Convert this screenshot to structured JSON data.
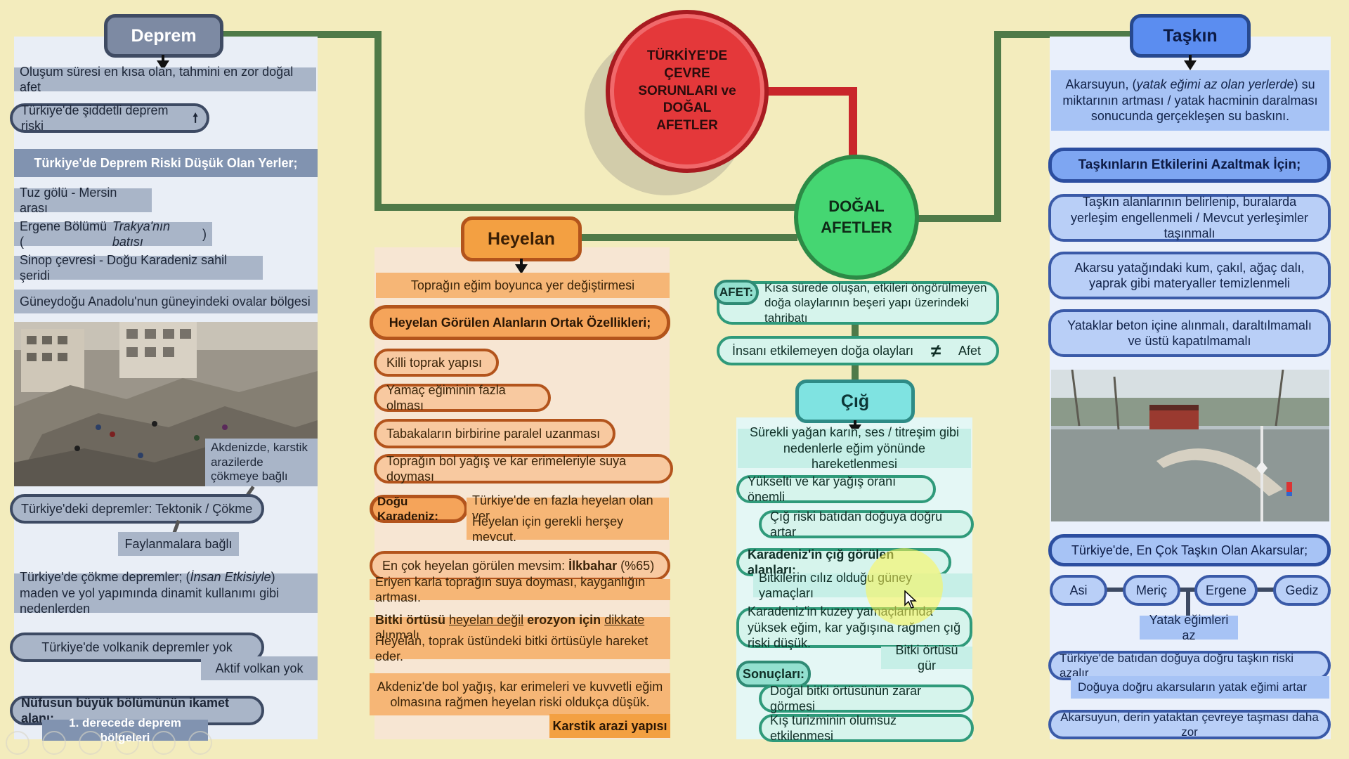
{
  "title": "TÜRKİYE'DE ÇEVRE SORUNLARI ve DOĞAL AFETLER",
  "center_node": "DOĞAL AFETLER",
  "deprem": {
    "header": "Deprem",
    "items": [
      "Oluşum süresi en kısa olan, tahmini en zor doğal afet",
      "Türkiye'de şiddetli deprem riski",
      "Türkiye'de Deprem Riski Düşük Olan Yerler;",
      "Tuz gölü - Mersin arası",
      "Ergene Bölümü (Trakya'nın batısı)",
      "Sinop çevresi - Doğu Karadeniz sahil şeridi",
      "Güneydoğu Anadolu'nun güneyindeki ovalar bölgesi"
    ],
    "ergene_prefix": "Ergene Bölümü (",
    "ergene_italic": "Trakya'nın batısı",
    "ergene_suffix": ")",
    "risk_arrow": "🠕",
    "akdeniz_karst": "Akdenizde, karstik arazilerde çökmeye bağlı",
    "depremler_tur": "Türkiye'deki depremler: Tektonik / Çökme",
    "faylanma": "Faylanmalara bağlı",
    "cokme_prefix": "Türkiye'de çökme depremler; (",
    "cokme_italic": "İnsan Etkisiyle",
    "cokme_suffix": ") maden ve yol yapımında dinamit kullanımı gibi nedenlerden",
    "volkanik": "Türkiye'de volkanik depremler yok",
    "aktif_volkan": "Aktif volkan yok",
    "nufus": "Nüfusun büyük bölümünün ikamet alanı:",
    "derece": "1. derecede deprem bölgeleri"
  },
  "heyelan": {
    "header": "Heyelan",
    "definition": "Toprağın eğim boyunca yer değiştirmesi",
    "features_title": "Heyelan Görülen Alanların Ortak Özellikleri;",
    "features": [
      "Killi toprak yapısı",
      "Yamaç eğiminin fazla olması",
      "Tabakaların birbirine paralel uzanması",
      "Toprağın bol yağış ve kar erimeleriyle suya doyması"
    ],
    "dogu_label": "Doğu Karadeniz:",
    "dogu_text1": "Türkiye'de en fazla heyelan olan yer.",
    "dogu_text2": "Heyelan için gerekli herşey mevcut.",
    "mevsim_prefix": "En çok heyelan görülen mevsim: ",
    "mevsim_bold": "İlkbahar",
    "mevsim_suffix": " (%65)",
    "mevsim_reason": "Eriyen karla toprağın suya doyması, kayganlığın artması.",
    "bitki_b1": "Bitki örtüsü",
    "bitki_u1": "heyelan değil",
    "bitki_b2": "erozyon için",
    "bitki_u2": "dikkate alınmalı.",
    "bitki_line2": "Heyelan, toprak üstündeki bitki örtüsüyle hareket eder.",
    "akdeniz": "Akdeniz'de bol yağış, kar erimeleri ve kuvvetli eğim olmasına rağmen heyelan riski oldukça düşük.",
    "karstik": "Karstik arazi yapısı"
  },
  "afet": {
    "label": "AFET:",
    "definition": "Kısa sürede oluşan, etkileri öngörülmeyen doğa olaylarının beşeri yapı üzerindeki tahribatı",
    "insan": "İnsanı etkilemeyen doğa olayları",
    "not_equal": "≠",
    "afet_word": "Afet"
  },
  "cig": {
    "header": "Çığ",
    "definition": "Sürekli yağan karın, ses / titreşim gibi nedenlerle eğim yönünde hareketlenmesi",
    "yukselti": "Yükselti ve kar yağış oranı önemli",
    "risk_bati": "Çığ riski batıdan doğuya doğru artar",
    "karadeniz_title": "Karadeniz'in çığ görülen alanları:",
    "bitkilerin": "Bitkilerin cılız olduğu güney yamaçları",
    "kuzey": "Karadeniz'in kuzey yamaçlarında yüksek eğim, kar yağışına rağmen çığ riski düşük.",
    "bitki_gur": "Bitki örtüsü gür",
    "sonuclar": "Sonuçları:",
    "results": [
      "Doğal bitki örtüsünün zarar görmesi",
      "Kış turizminin olumsuz etkilenmesi"
    ]
  },
  "taskin": {
    "header": "Taşkın",
    "def_prefix": "Akarsuyun, (",
    "def_italic": "yatak eğimi az olan yerlerde",
    "def_suffix": ") su miktarının artması / yatak hacminin daralması sonucunda gerçekleşen su baskını.",
    "azaltmak_title": "Taşkınların Etkilerini Azaltmak İçin;",
    "measures": [
      "Taşkın alanlarının belirlenip, buralarda yerleşim engellenmeli / Mevcut yerleşimler taşınmalı",
      "Akarsu yatağındaki kum, çakıl, ağaç dalı, yaprak gibi materyaller temizlenmeli",
      "Yataklar beton içine alınmalı, daraltılmamalı ve üstü kapatılmamalı"
    ],
    "rivers_title": "Türkiye'de, En Çok Taşkın Olan Akarsular;",
    "rivers": [
      "Asi",
      "Meriç",
      "Ergene",
      "Gediz"
    ],
    "yatak_az": "Yatak eğimleri az",
    "bati_dogu": "Türkiye'de batıdan doğuya doğru taşkın riski azalır",
    "doguya": "Doğuya doğru akarsuların yatak eğimi artar",
    "derin": "Akarsuyun, derin yataktan çevreye taşması daha zor"
  },
  "colors": {
    "background": "#f3ecbd",
    "title_circle": "#e4383a",
    "center_circle": "#45d672",
    "deprem": "#7d8aa3",
    "taskin": "#5b8df0",
    "heyelan": "#f3a042",
    "cig": "#7fe3e1",
    "green_line": "#4f7a48",
    "red_line": "#c9262b"
  }
}
